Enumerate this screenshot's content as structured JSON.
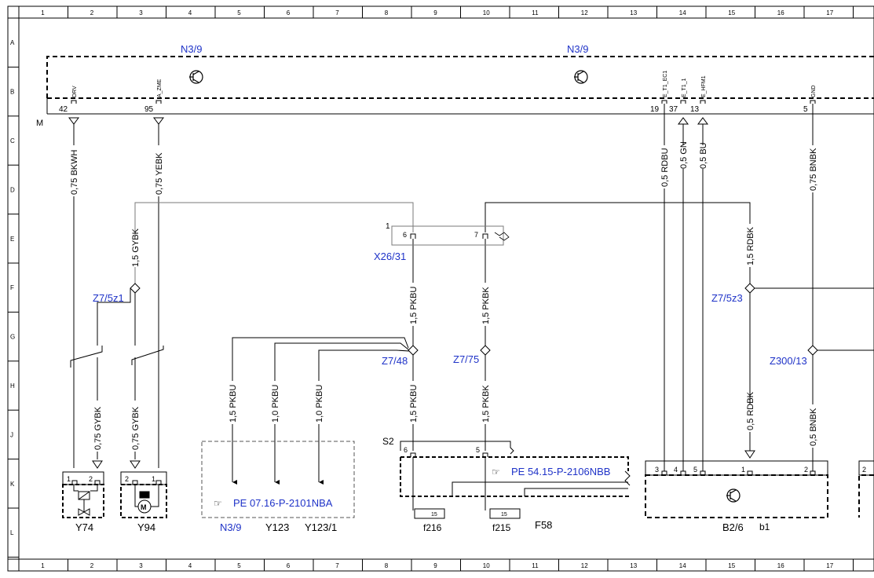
{
  "frame": {
    "columns": [
      "1",
      "2",
      "3",
      "4",
      "5",
      "6",
      "7",
      "8",
      "9",
      "10",
      "11",
      "12",
      "13",
      "14",
      "15",
      "16",
      "17"
    ],
    "rows": [
      "A",
      "B",
      "C",
      "D",
      "E",
      "F",
      "G",
      "H",
      "J",
      "K",
      "L"
    ]
  },
  "colors": {
    "link": "#1f33c8",
    "line": "#000000",
    "grey_wire": "#7a7a7a"
  },
  "ecu": {
    "label_left": "N3/9",
    "label_right": "N3/9",
    "ground_marker": "M",
    "pins": [
      {
        "num": "42",
        "name": "DRV"
      },
      {
        "num": "95",
        "name": "A_ZME"
      },
      {
        "num": "19",
        "name": "E_T1_EC1"
      },
      {
        "num": "37",
        "name": "E_T1_1"
      },
      {
        "num": "13",
        "name": "E_HFM1"
      },
      {
        "num": "5",
        "name": "GND"
      }
    ]
  },
  "wires": {
    "drv": "0,75 BKWH",
    "azme": "0,75 YEBK",
    "p19": "0,5 RDBU",
    "p37": "0,5 GN",
    "p13": "0,5 BU",
    "gnd": "0,75 BNBK",
    "gybk_top": "1,5 GYBK",
    "pkbu_mid": "1,5 PKBU",
    "pkbk_mid": "1,5 PKBK",
    "rdbk_top": "1,5 RDBK",
    "gybk_y74": "0,75 GYBK",
    "gybk_y94": "0,75 GYBK",
    "pkbu_n39": "1,5 PKBU",
    "pkbu_y123": "1,0 PKBU",
    "pkbu_y1231": "1,0 PKBU",
    "pkbu_low": "1,5 PKBU",
    "pkbk_low": "1,5 PKBK",
    "rdbk_low": "0,5 RDBK",
    "bnbk_low": "0,5 BNBK"
  },
  "connector": {
    "label": "X26/31",
    "pin1": "1",
    "pin6": "6",
    "pin7": "7"
  },
  "splices": {
    "z7_5z1": "Z7/5z1",
    "z7_48": "Z7/48",
    "z7_75": "Z7/75",
    "z7_5z3": "Z7/5z3",
    "z300_13": "Z300/13"
  },
  "components": {
    "y74": {
      "label": "Y74",
      "pin1": "1",
      "pin2": "2"
    },
    "y94": {
      "label": "Y94",
      "pin2": "2",
      "pin1": "1"
    },
    "ref1": {
      "text": "PE 07.16-P-2101NBA",
      "labels": [
        "N3/9",
        "Y123",
        "Y123/1"
      ]
    },
    "s2": "S2",
    "fuse_block": {
      "ref": "PE 54.15-P-2106NBB",
      "pin6": "6",
      "pin5": "5",
      "fuse1_val": "15",
      "fuse2_val": "15",
      "fuse1": "f216",
      "fuse2": "f215",
      "label": "F58"
    },
    "b2_6": {
      "label": "B2/6",
      "sub": "b1",
      "pins": [
        "3",
        "4",
        "5",
        "1",
        "2"
      ]
    },
    "right_edge_pin": "2"
  }
}
